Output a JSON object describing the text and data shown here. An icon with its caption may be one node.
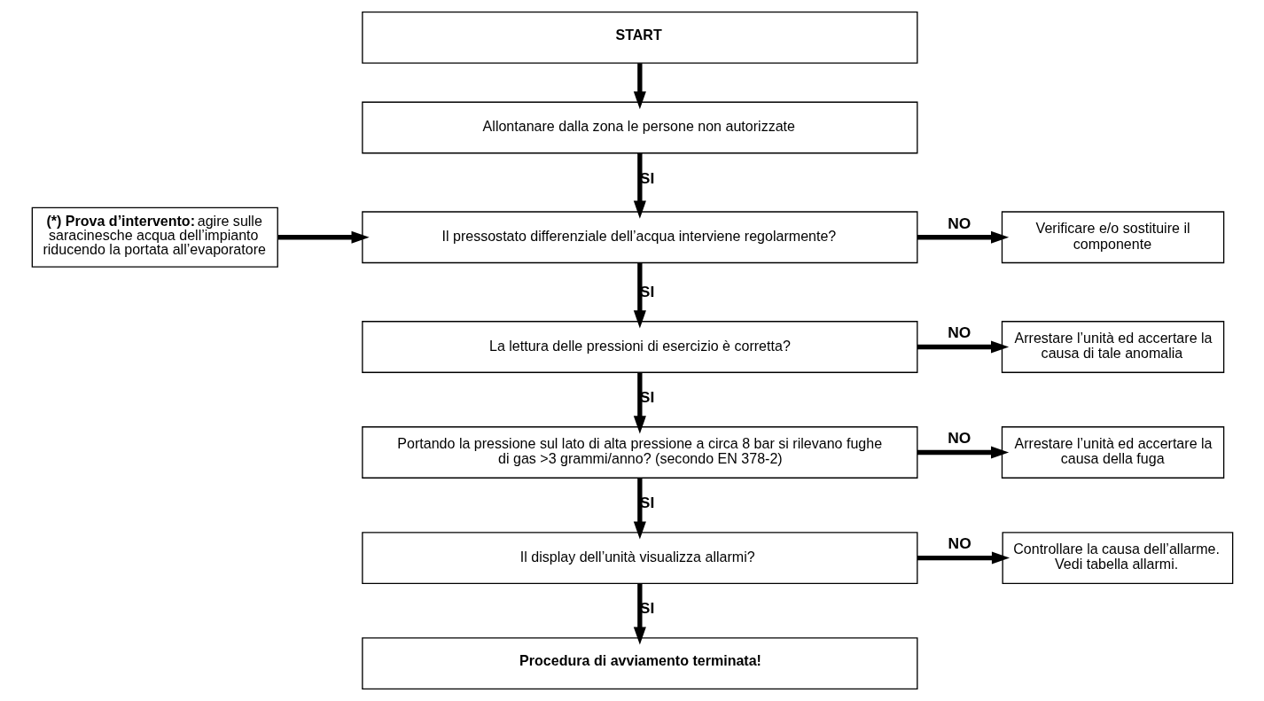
{
  "diagram": {
    "nodes": [
      {
        "text": [
          "START"
        ]
      },
      {
        "text": [
          "Allontanare dalla zona le persone non autorizzate"
        ]
      },
      {
        "text": [
          "**(*) Prova d’intervento:** agire sulle saracinesche acqua dell’impianto riducendo la portata all’evaporatore"
        ]
      },
      {
        "text": [
          "Il pressostato differenziale dell’acqua interviene regolarmente?"
        ]
      },
      {
        "text": [
          "Verificare e/o sostituire il componente"
        ]
      },
      {
        "text": [
          "La lettura delle pressioni di esercizio è corretta?"
        ]
      },
      {
        "text": [
          "Arrestare l’unità ed accertare la causa di tale anomalia"
        ]
      },
      {
        "text": [
          "Portando la pressione sul lato di alta pressione a circa 8 bar si rilevano fughe di gas >3 grammi/anno? (secondo EN 378-2)"
        ]
      },
      {
        "text": [
          "Arrestare l’unità ed accertare la causa della fuga"
        ]
      },
      {
        "text": [
          "Il display dell’unità visualizza allarmi?"
        ]
      },
      {
        "text": [
          "Controllare la causa dell’allarme. Vedi tabella allarmi."
        ]
      },
      {
        "text": [
          "Procedura di avviamento terminata!"
        ]
      }
    ],
    "edges": [
      {
        "from": 0,
        "to": 1,
        "arrow": "to"
      },
      {
        "from": 1,
        "to": 3,
        "arrow": "to",
        "label": "SI"
      },
      {
        "from": 2,
        "to": 3,
        "arrow": "to"
      },
      {
        "from": 3,
        "to": 4,
        "arrow": "to",
        "label": "NO"
      },
      {
        "from": 3,
        "to": 5,
        "arrow": "to",
        "label": "SI"
      },
      {
        "from": 5,
        "to": 6,
        "arrow": "to",
        "label": "NO"
      },
      {
        "from": 5,
        "to": 7,
        "arrow": "to",
        "label": "SI"
      },
      {
        "from": 7,
        "to": 8,
        "arrow": "to",
        "label": "NO"
      },
      {
        "from": 7,
        "to": 9,
        "arrow": "to",
        "label": "SI"
      },
      {
        "from": 9,
        "to": 10,
        "arrow": "to",
        "label": "NO"
      },
      {
        "from": 9,
        "to": 11,
        "arrow": "to",
        "label": "SI"
      }
    ]
  }
}
